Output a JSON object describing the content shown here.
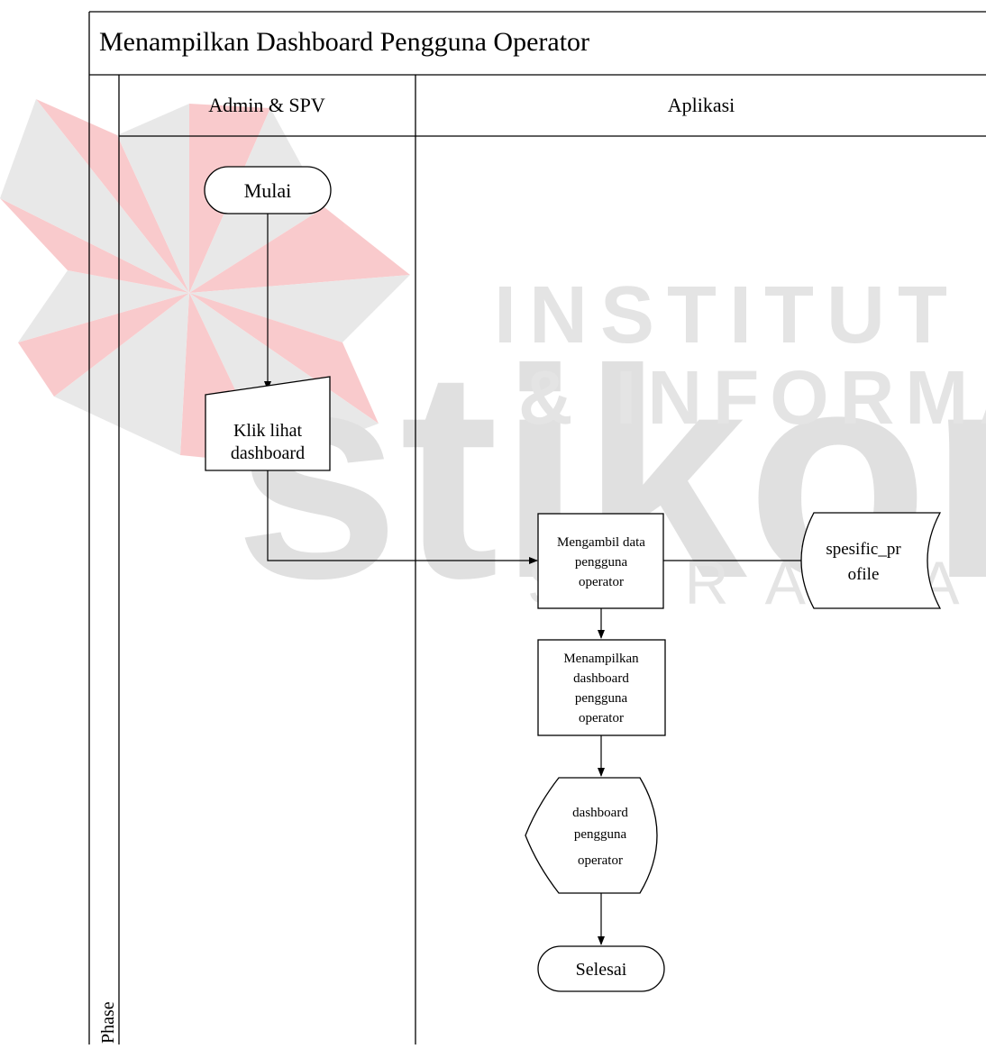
{
  "diagram": {
    "title": "Menampilkan Dashboard Pengguna Operator",
    "phase_label": "Phase",
    "lanes": [
      {
        "label": "Admin & SPV"
      },
      {
        "label": "Aplikasi"
      }
    ],
    "nodes": {
      "start": {
        "label": "Mulai"
      },
      "manual_input": {
        "lines": [
          "Klik lihat",
          "dashboard"
        ]
      },
      "process_fetch": {
        "lines": [
          "Mengambil data",
          "pengguna",
          "operator"
        ]
      },
      "datastore": {
        "lines": [
          "spesific_pr",
          "ofile"
        ]
      },
      "process_show": {
        "lines": [
          "Menampilkan",
          "dashboard",
          "pengguna",
          "operator"
        ]
      },
      "display": {
        "lines": [
          "dashboard",
          "pengguna",
          "operator"
        ]
      },
      "end": {
        "label": "Selesai"
      }
    }
  },
  "watermark": {
    "logo_text": "stikom",
    "line1": "INSTITUT BISNIS",
    "line2": "& INFORMATIKA",
    "line3": "SURABAYA",
    "colors": {
      "red": "#e8151b",
      "gray": "#9a9a9a",
      "text_gray": "#c7c7c7"
    }
  }
}
